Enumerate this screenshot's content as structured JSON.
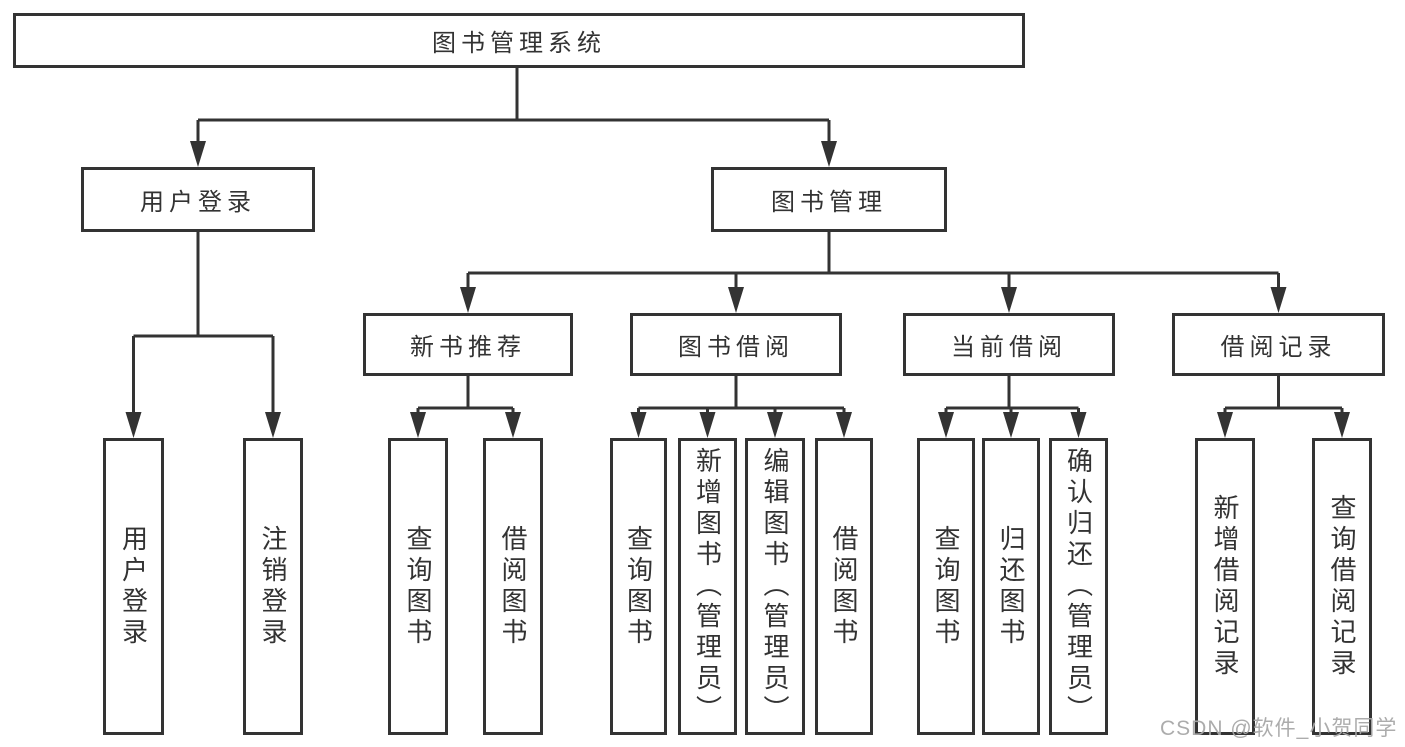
{
  "tree": {
    "label": "图书管理系统",
    "children": [
      {
        "label": "用户登录",
        "children": [
          {
            "label": "用户登录"
          },
          {
            "label": "注销登录"
          }
        ]
      },
      {
        "label": "图书管理",
        "children": [
          {
            "label": "新书推荐",
            "children": [
              {
                "label": "查询图书"
              },
              {
                "label": "借阅图书"
              }
            ]
          },
          {
            "label": "图书借阅",
            "children": [
              {
                "label": "查询图书"
              },
              {
                "label": "新增图书（管理员）"
              },
              {
                "label": "编辑图书（管理员）"
              },
              {
                "label": "借阅图书"
              }
            ]
          },
          {
            "label": "当前借阅",
            "children": [
              {
                "label": "查询图书"
              },
              {
                "label": "归还图书"
              },
              {
                "label": "确认归还（管理员）"
              }
            ]
          },
          {
            "label": "借阅记录",
            "children": [
              {
                "label": "新增借阅记录"
              },
              {
                "label": "查询借阅记录"
              }
            ]
          }
        ]
      }
    ]
  },
  "watermark": "CSDN @软件_小贺同学",
  "colors": {
    "line": "#333333",
    "text": "#333333",
    "watermark": "#a8a8a8",
    "background": "#ffffff"
  }
}
